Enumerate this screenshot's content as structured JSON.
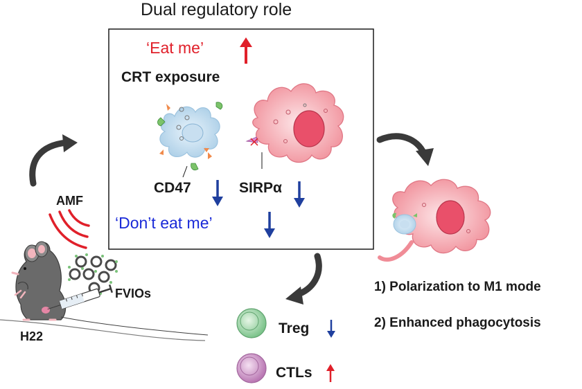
{
  "title": "Dual regulatory role",
  "box": {
    "eat_me": "‘Eat me’",
    "crt_exposure": "CRT exposure",
    "cd47": "CD47",
    "sirpa": "SIRPα",
    "dont_eat_me": "‘Don’t eat me’"
  },
  "left": {
    "amf": "AMF",
    "fvios": "FVIOs",
    "h22": "H22"
  },
  "outcomes": {
    "polarization": "1) Polarization to M1 mode",
    "phagocytosis": "2) Enhanced phagocytosis"
  },
  "cells": {
    "treg": "Treg",
    "ctls": "CTLs"
  },
  "colors": {
    "up_arrow": "#e0202a",
    "down_arrow": "#1f3f9e",
    "eat_me_text": "#e0202a",
    "dont_eat_me_text": "#1a2ad8",
    "flow_arrow": "#3a3a3a",
    "macrophage": "#f3a6ad",
    "tumor_cell": "#bcd8ec",
    "treg_cell": "#8fcf9a",
    "ctl_cell": "#c98bc4"
  }
}
